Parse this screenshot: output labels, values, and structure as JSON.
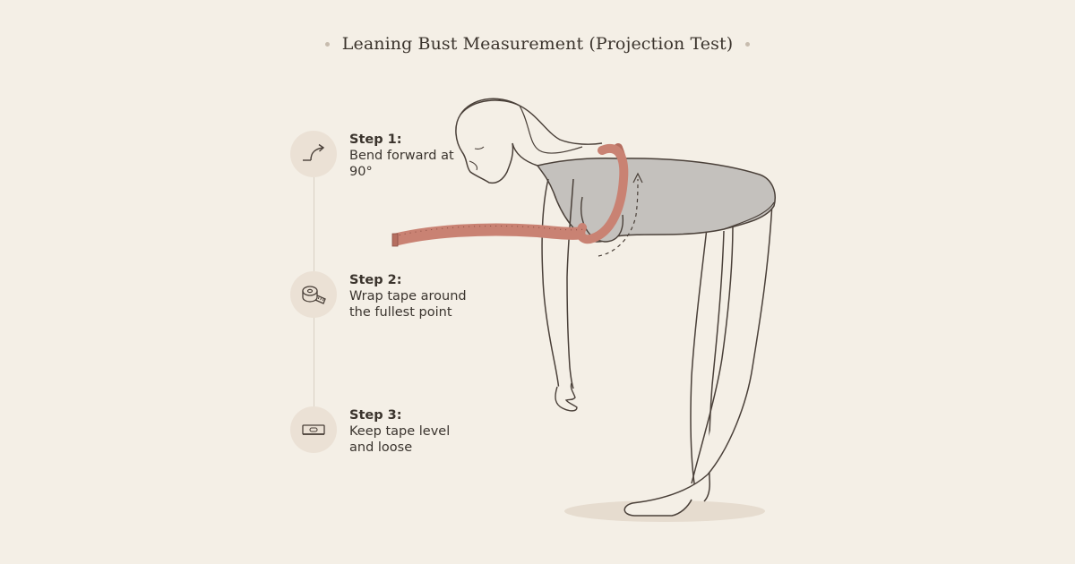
{
  "title": "Leaning Bust Measurement (Projection Test)",
  "steps": [
    {
      "label": "Step 1:",
      "text": "Bend forward at 90°",
      "icon": "bend-arrow-icon"
    },
    {
      "label": "Step 2:",
      "text": "Wrap tape around the fullest point",
      "icon": "tape-measure-icon"
    },
    {
      "label": "Step 3:",
      "text": "Keep tape level and loose",
      "icon": "level-icon"
    }
  ],
  "colors": {
    "background": "#f4efe6",
    "tape": "#c98273",
    "bodysuit": "#c4c1bd",
    "outline": "#4a4039",
    "icon_circle": "#ebe1d5"
  }
}
